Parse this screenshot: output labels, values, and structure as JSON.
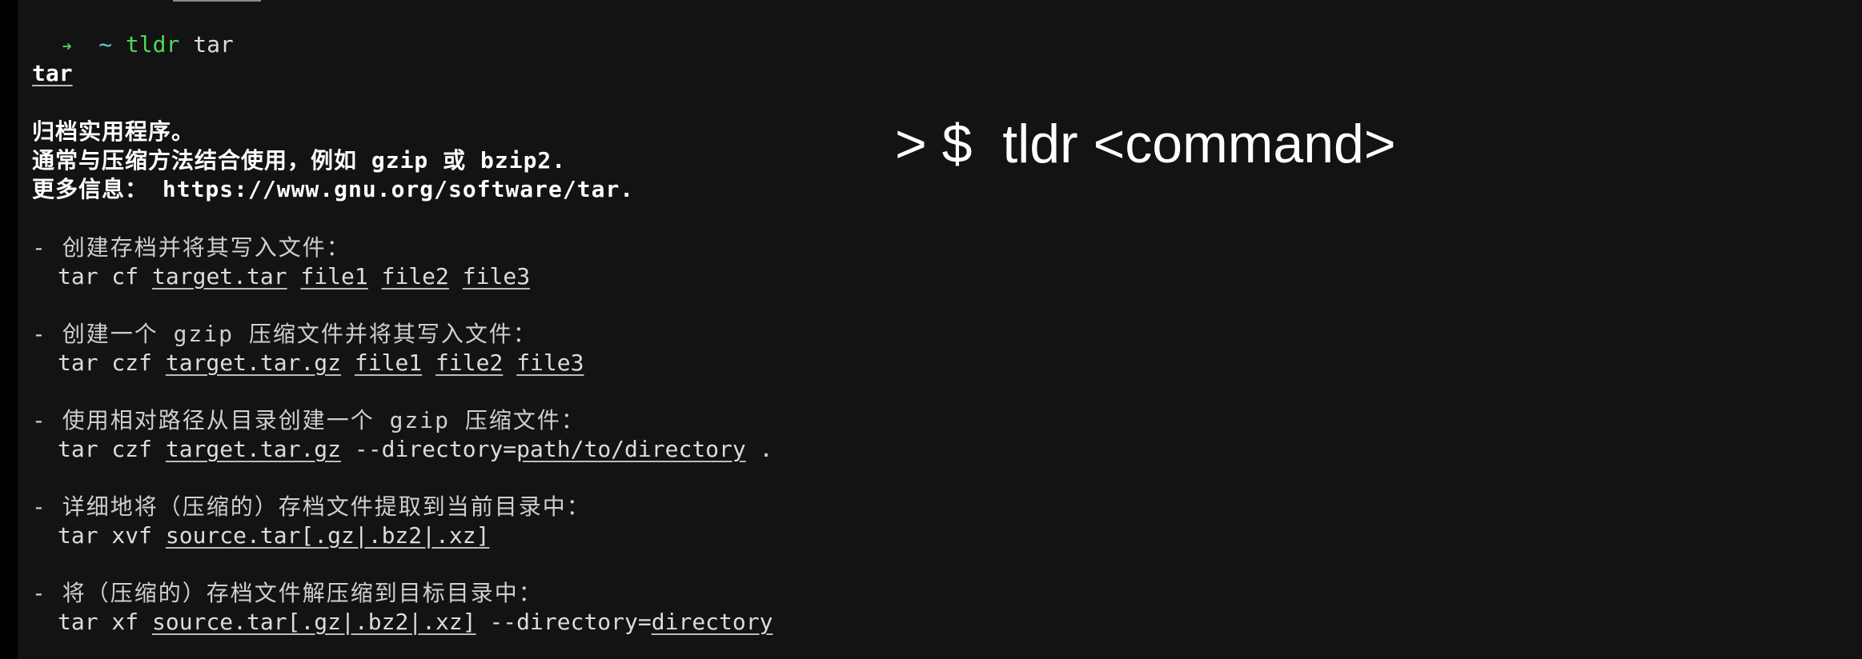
{
  "prompt": {
    "arrow": "➜",
    "cwd": "~",
    "command": "tldr",
    "argument": "tar"
  },
  "page": {
    "title": "tar",
    "description": [
      "归档实用程序。",
      "通常与压缩方法结合使用，例如 gzip 或 bzip2.",
      "更多信息： https://www.gnu.org/software/tar."
    ]
  },
  "examples": [
    {
      "description": "- 创建存档并将其写入文件：",
      "command": [
        {
          "text": "tar cf ",
          "placeholder": false
        },
        {
          "text": "target.tar",
          "placeholder": true
        },
        {
          "text": " ",
          "placeholder": false
        },
        {
          "text": "file1",
          "placeholder": true
        },
        {
          "text": " ",
          "placeholder": false
        },
        {
          "text": "file2",
          "placeholder": true
        },
        {
          "text": " ",
          "placeholder": false
        },
        {
          "text": "file3",
          "placeholder": true
        }
      ]
    },
    {
      "description": "- 创建一个 gzip 压缩文件并将其写入文件：",
      "command": [
        {
          "text": "tar czf ",
          "placeholder": false
        },
        {
          "text": "target.tar.gz",
          "placeholder": true
        },
        {
          "text": " ",
          "placeholder": false
        },
        {
          "text": "file1",
          "placeholder": true
        },
        {
          "text": " ",
          "placeholder": false
        },
        {
          "text": "file2",
          "placeholder": true
        },
        {
          "text": " ",
          "placeholder": false
        },
        {
          "text": "file3",
          "placeholder": true
        }
      ]
    },
    {
      "description": "- 使用相对路径从目录创建一个 gzip 压缩文件：",
      "command": [
        {
          "text": "tar czf ",
          "placeholder": false
        },
        {
          "text": "target.tar.gz",
          "placeholder": true
        },
        {
          "text": " --directory=",
          "placeholder": false
        },
        {
          "text": "path/to/directory",
          "placeholder": true
        },
        {
          "text": " .",
          "placeholder": false
        }
      ]
    },
    {
      "description": "- 详细地将（压缩的）存档文件提取到当前目录中：",
      "command": [
        {
          "text": "tar xvf ",
          "placeholder": false
        },
        {
          "text": "source.tar[.gz|.bz2|.xz]",
          "placeholder": true
        }
      ]
    },
    {
      "description": "- 将（压缩的）存档文件解压缩到目标目录中：",
      "command": [
        {
          "text": "tar xf ",
          "placeholder": false
        },
        {
          "text": "source.tar[.gz|.bz2|.xz]",
          "placeholder": true
        },
        {
          "text": " --directory=",
          "placeholder": false
        },
        {
          "text": "directory",
          "placeholder": true
        }
      ]
    }
  ],
  "overlay": {
    "caption": "> $  tldr <command>"
  },
  "colors": {
    "background": "#131313",
    "prompt_arrow": "#4fd75a",
    "cwd": "#5fcfe0",
    "command": "#4fd75a",
    "text": "#dcdcdc",
    "bold_text": "#ffffff"
  }
}
